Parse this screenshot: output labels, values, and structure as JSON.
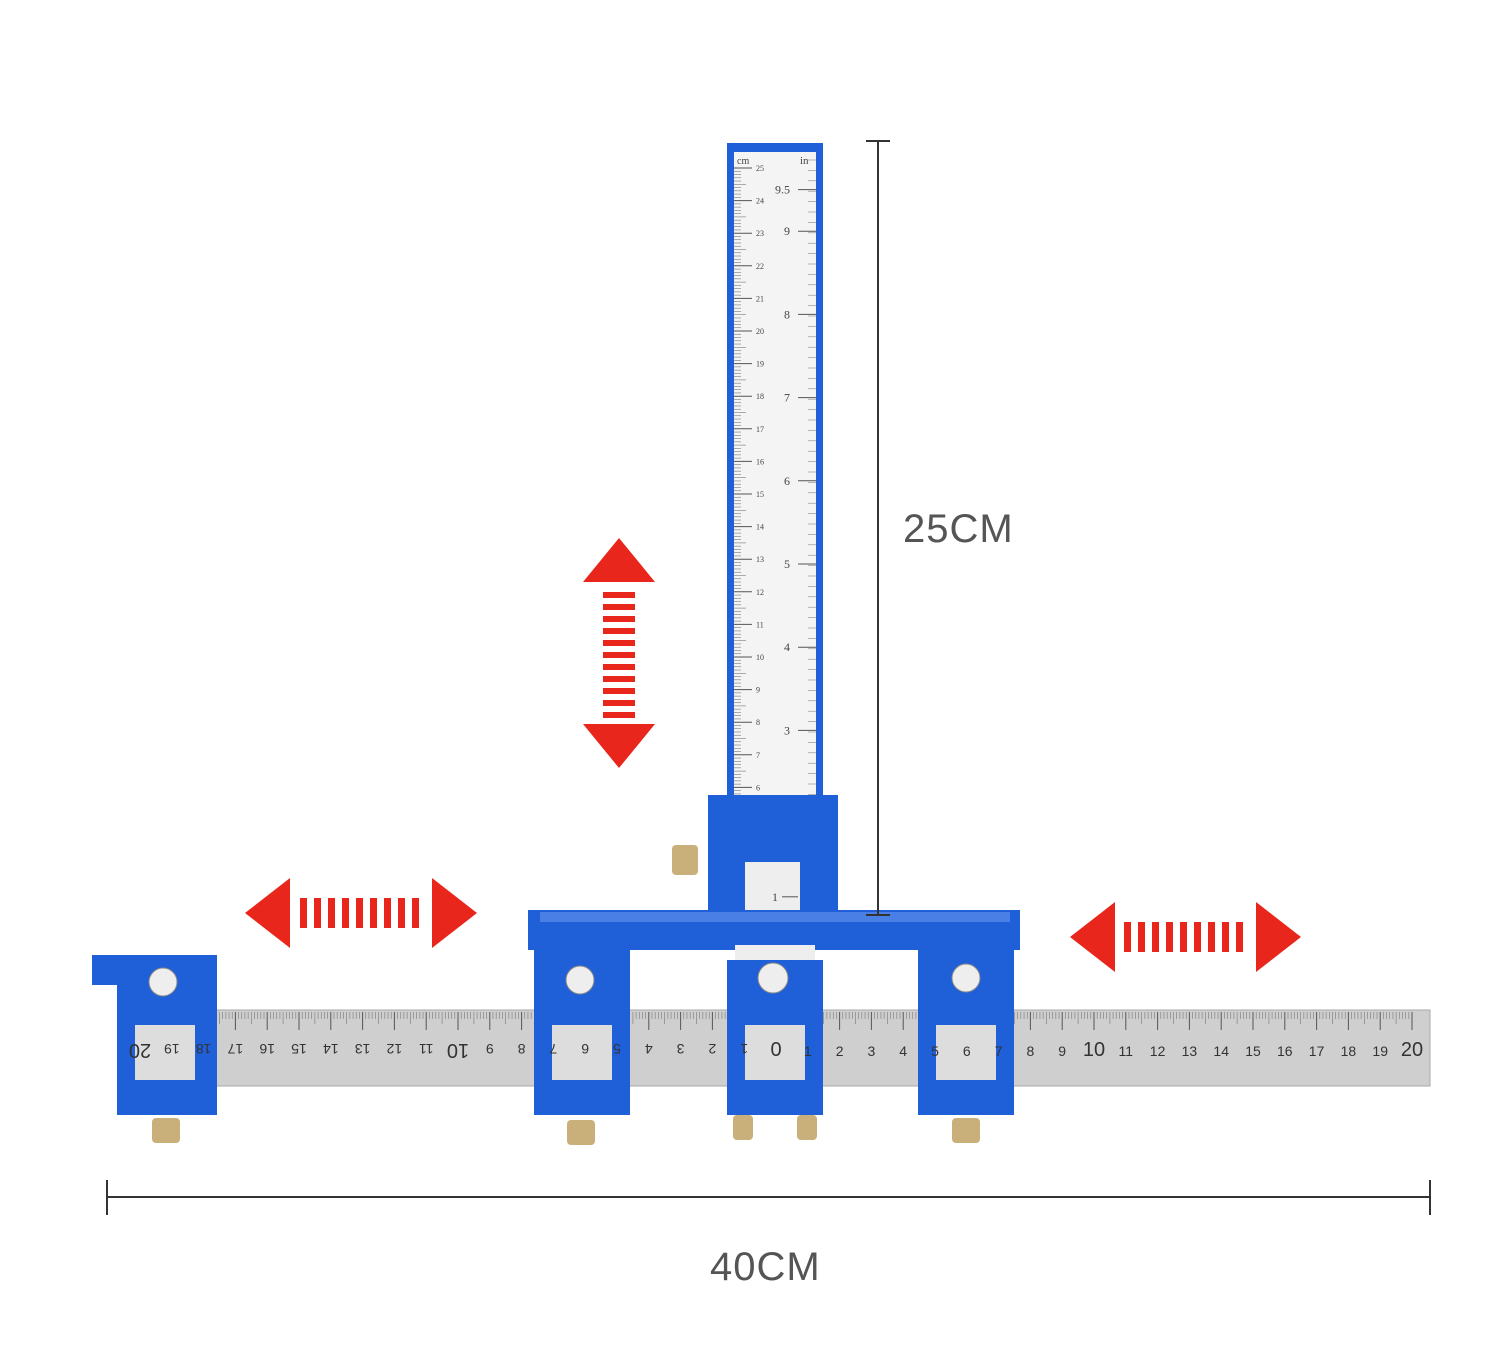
{
  "dimensions": {
    "height_label": "25CM",
    "width_label": "40CM"
  },
  "vertical_ruler": {
    "cm_unit": "cm",
    "in_unit": "in",
    "cm_labels": [
      "25",
      "24",
      "23",
      "22",
      "21",
      "20",
      "19",
      "18",
      "17",
      "16",
      "15",
      "14",
      "13",
      "12",
      "11",
      "10",
      "9",
      "8",
      "7",
      "6"
    ],
    "in_labels": [
      "9.5",
      "9",
      "8",
      "7",
      "6",
      "5",
      "4",
      "3",
      "1"
    ]
  },
  "horizontal_ruler": {
    "labels": [
      "0",
      "1",
      "2",
      "3",
      "4",
      "5",
      "6",
      "7",
      "8",
      "9",
      "10",
      "11",
      "12",
      "13",
      "14",
      "15",
      "16",
      "17",
      "18",
      "19",
      "20"
    ]
  },
  "colors": {
    "tool_blue": "#1f5fd8",
    "arrow_red": "#e8261b",
    "steel": "#c9c9c9",
    "dimension_line": "#333333"
  }
}
